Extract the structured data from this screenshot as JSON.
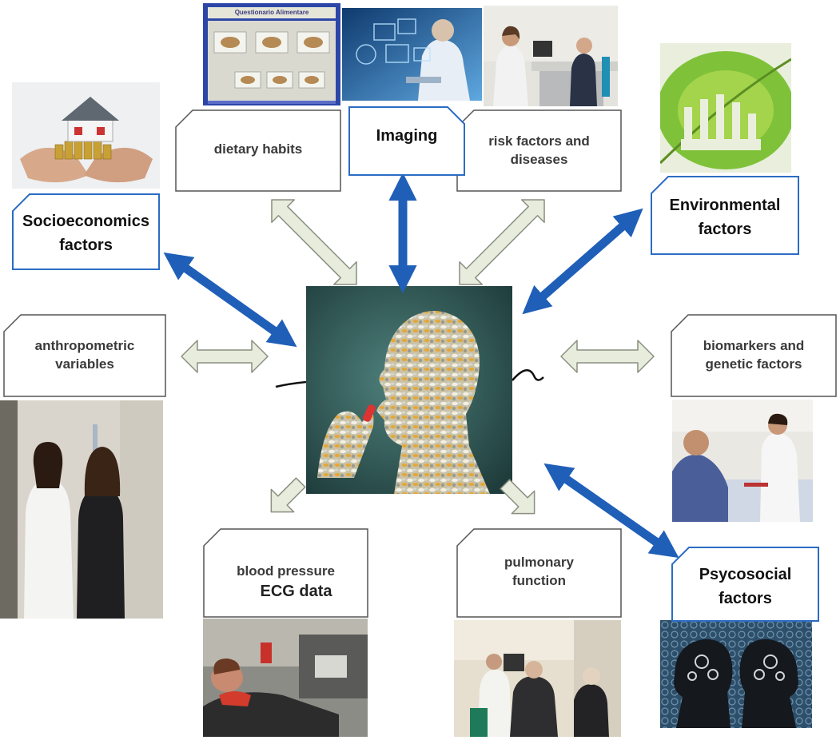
{
  "center_image": {
    "icon": "pill-covered-head-image"
  },
  "photos": {
    "questionnaire": {
      "title": "Questionario Alimentare"
    },
    "imaging": {
      "icon": "digital-imaging-photo"
    },
    "interview": {
      "icon": "doctor-interview-photo"
    },
    "house": {
      "icon": "house-coins-hands-photo"
    },
    "leaf": {
      "icon": "factory-leaf-photo"
    },
    "anthropometry": {
      "icon": "height-measurement-photo"
    },
    "blood_sample": {
      "icon": "blood-sample-photo"
    },
    "ecg": {
      "icon": "ecg-exam-photo"
    },
    "spirometry": {
      "icon": "spirometry-exam-photo"
    },
    "gears": {
      "icon": "gears-heads-photo"
    }
  },
  "boxes": {
    "dietary": [
      "dietary habits"
    ],
    "risk": [
      "risk factors and",
      "diseases"
    ],
    "anthropometric": [
      "anthropometric",
      "variables"
    ],
    "biomarkers": [
      "biomarkers and",
      "genetic factors"
    ],
    "blood_pressure": [
      "blood pressure",
      "ECG data"
    ],
    "pulmonary": [
      "pulmonary",
      "function"
    ]
  },
  "blue_boxes": {
    "imaging": [
      "Imaging"
    ],
    "socioeconomics": [
      "Socioeconomics",
      "factors"
    ],
    "environmental": [
      "Environmental",
      "factors"
    ],
    "psycosocial": [
      "Psycosocial",
      "factors"
    ]
  },
  "colors": {
    "blue_arrow": "#1f5fb8",
    "blue_border": "#2b6cc4",
    "grey_arrow_fill": "#e8ecdc",
    "grey_arrow_stroke": "#8a8f80",
    "center_bg": "#3f6b68"
  }
}
